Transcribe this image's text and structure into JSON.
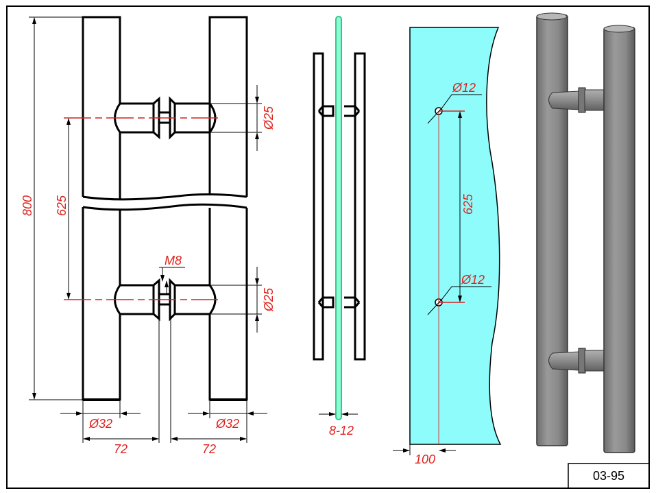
{
  "drawing": {
    "code": "03-95",
    "colors": {
      "dimension": "#e0201c",
      "glass": "#8ffcfc",
      "glass_edge": "#36c98d",
      "metal": "#8c8c8c"
    },
    "front_view": {
      "total_length": "800",
      "hole_spacing": "625",
      "standoff_diameter_top": "Ø25",
      "standoff_diameter_bottom": "Ø25",
      "thread": "M8",
      "tube_diameter_left": "Ø32",
      "tube_diameter_right": "Ø32",
      "offset_left": "72",
      "offset_right": "72"
    },
    "side_view": {
      "glass_thickness": "8-12"
    },
    "glass_view": {
      "hole_top": "Ø12",
      "hole_bottom": "Ø12",
      "hole_spacing": "625",
      "edge_offset": "100"
    }
  }
}
